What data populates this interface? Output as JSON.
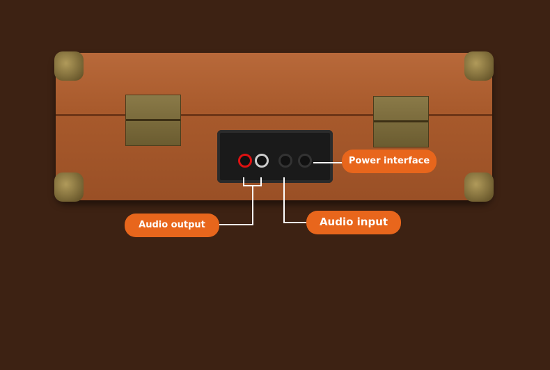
{
  "labels": {
    "power": "Power interface",
    "audio_output": "Audio output",
    "audio_input": "Audio input"
  },
  "colors": {
    "background": "#3d2213",
    "label": "#e8661c"
  }
}
